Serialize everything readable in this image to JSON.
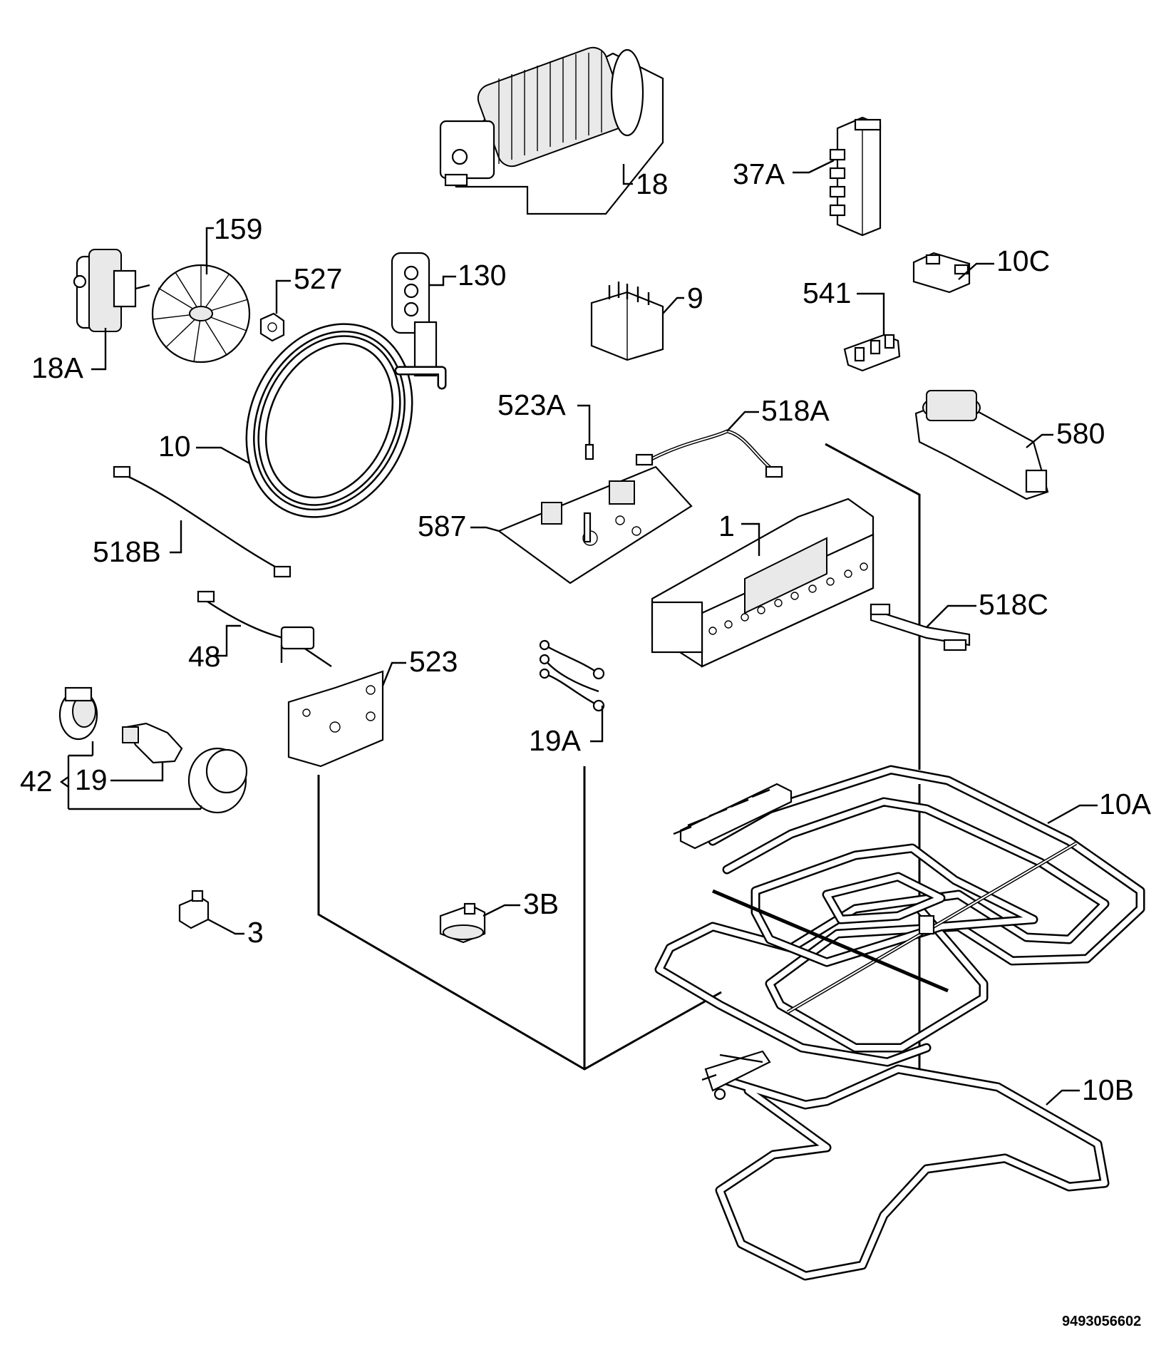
{
  "labels": {
    "l18": "18",
    "l37a": "37A",
    "l159": "159",
    "l527": "527",
    "l130": "130",
    "l9": "9",
    "l10c": "10C",
    "l541": "541",
    "l18a": "18A",
    "l523a": "523A",
    "l518a": "518A",
    "l580": "580",
    "l10": "10",
    "l518b": "518B",
    "l587": "587",
    "l1": "1",
    "l518c": "518C",
    "l48": "48",
    "l523": "523",
    "l19a": "19A",
    "l42": "42",
    "l19": "19",
    "l10a": "10A",
    "l3b": "3B",
    "l3": "3",
    "l10b": "10B"
  },
  "document_number": "9493056602"
}
